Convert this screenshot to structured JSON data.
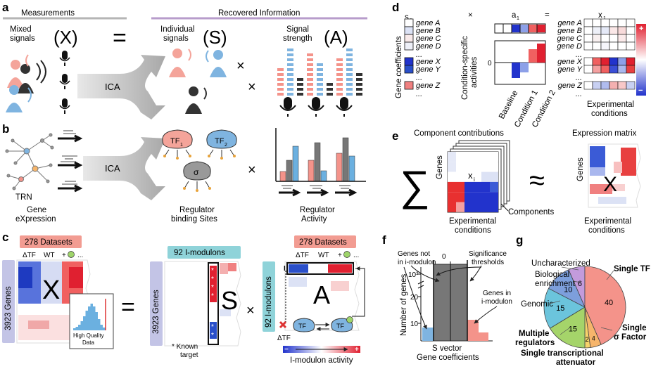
{
  "panels": {
    "a": "a",
    "b": "b",
    "c": "c",
    "d": "d",
    "e": "e",
    "f": "f",
    "g": "g"
  },
  "panel_a": {
    "header_left": "Measurements",
    "header_right": "Recovered Information",
    "mixed_signals": [
      "Mixed",
      "signals"
    ],
    "X": "(X)",
    "equals": "=",
    "ica": "ICA",
    "individual_signals": [
      "Individual",
      "signals"
    ],
    "S": "(S)",
    "times": "×",
    "signal_strength": [
      "Signal",
      "strength"
    ],
    "A": "(A)"
  },
  "panel_b": {
    "ica": "ICA",
    "trn": "TRN",
    "tf1": "TF",
    "tf1_sub": "1",
    "tf2": "TF",
    "tf2_sub": "2",
    "sigma": "σ",
    "times": "×",
    "gene_expression": [
      "Gene",
      "eXpression"
    ],
    "regulator_binding_sites": [
      "Regulator",
      "binding Sites"
    ],
    "regulator_activity": [
      "Regulator",
      "Activity"
    ]
  },
  "panel_c": {
    "datasets_left": "278 Datasets",
    "col_labels": [
      "ΔTF",
      "WT",
      "+",
      "..."
    ],
    "genes_left": "3923 Genes",
    "X": "X",
    "inset_label": [
      "High Quality",
      "Data"
    ],
    "equals": "=",
    "imodulons_top": "92 I-modulons",
    "genes_mid": "3923 Genes",
    "plus": "+",
    "minus": "−",
    "tf": "TF",
    "S": "S",
    "known_target": [
      "* Known",
      "target"
    ],
    "times": "×",
    "datasets_right": "278 Datasets",
    "imodulons_side": "92 I-modulons",
    "col_labels_right": [
      "ΔTF",
      "WT",
      "+",
      "..."
    ],
    "A": "A",
    "delta_tf": "ΔTF",
    "tf_small": "TF",
    "tf_small2": "TF",
    "activity_label": "I-modulon activity",
    "bar_i": "I"
  },
  "panel_d": {
    "s1": "s",
    "s1_sub": "1",
    "times": "×",
    "a1": "a",
    "a1_sub": "1",
    "equals": "=",
    "x1": "x",
    "x1_sub": "1",
    "genes": [
      "gene A",
      "gene B",
      "gene C",
      "gene D",
      "...",
      "gene X",
      "gene Y",
      "...",
      "gene Z",
      "..."
    ],
    "genes_right": [
      "gene A",
      "gene B",
      "gene C",
      "gene D",
      "...",
      "gene X",
      "gene Y",
      "...",
      "gene Z",
      "..."
    ],
    "gene_coefficients": "Gene coefficients",
    "condition_specific": [
      "Condition-specific",
      "activities"
    ],
    "zero": "0",
    "conditions": [
      "Baseline",
      "Condition 1",
      "Condition 2"
    ],
    "experimental_conditions": [
      "Experimental",
      "conditions"
    ],
    "scale_plus": "+",
    "scale_minus": "−"
  },
  "panel_e": {
    "component_contributions": "Component contributions",
    "expression_matrix": "Expression matrix",
    "sigma": "∑",
    "genes": "Genes",
    "xi": "x",
    "xi_sub": "i",
    "approx": "≈",
    "components": "Components",
    "experimental_conditions": [
      "Experimental",
      "conditions"
    ],
    "genes_right": "Genes",
    "X": "X",
    "experimental_conditions_right": [
      "Experimental",
      "conditions"
    ]
  },
  "panel_f": {
    "genes_not": [
      "Genes not",
      "in i-modulon"
    ],
    "zero": "0",
    "significance": [
      "Significance",
      "thresholds"
    ],
    "genes_in": [
      "Genes in",
      "i-modulon"
    ],
    "ylabel": "Number of genes",
    "yticks": [
      "10³",
      "20",
      "10"
    ],
    "xlabel": [
      "S vector",
      "Gene coefficients"
    ]
  },
  "panel_g": {
    "chart_type": "pie",
    "slices": [
      {
        "name": "Single TF",
        "value": 40,
        "color": "#f4938a"
      },
      {
        "name": "Single σ Factor",
        "value": 4,
        "color": "#f6b56b"
      },
      {
        "name": "Single transcriptional attenuator",
        "value": 2,
        "color": "#f6d36a"
      },
      {
        "name": "Multiple regulators",
        "value": 15,
        "color": "#a5d46a"
      },
      {
        "name": "Genomic",
        "value": 15,
        "color": "#6bc4dc"
      },
      {
        "name": "Biological enrichment",
        "value": 10,
        "color": "#7d9fdc"
      },
      {
        "name": "Uncharacterized",
        "value": 6,
        "color": "#c39bdc"
      }
    ],
    "labels": {
      "uncharacterized": "Uncharacterized",
      "biological": [
        "Biological",
        "enrichment"
      ],
      "genomic": "Genomic",
      "multiple": [
        "Multiple",
        "regulators"
      ],
      "attenuator": "Single transcriptional",
      "attenuator2": "attenuator",
      "single_tf": "Single TF",
      "sigma": [
        "Single",
        "σ Factor"
      ]
    }
  }
}
